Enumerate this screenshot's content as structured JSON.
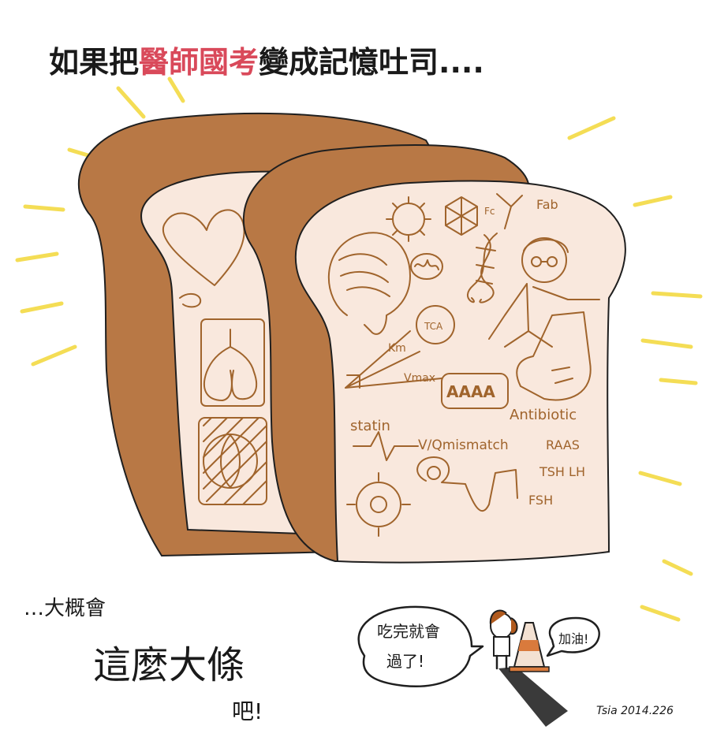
{
  "title": {
    "part1": "如果把",
    "highlight": "醫師國考",
    "part2": "變成記憶吐司....",
    "highlight_color": "#d9495a"
  },
  "caption": {
    "line1": "…大概會",
    "line2": "這麼大條",
    "line3": "吧!"
  },
  "speech_bubble": {
    "line1": "吃完就會",
    "line2": "過了!"
  },
  "cheer_bubble": "加油!",
  "signature": "Tsia 2014.226",
  "bread_labels": {
    "fab": "Fab",
    "fc": "Fc",
    "tca": "TCA",
    "km": "Km",
    "vmax": "Vmax",
    "aaaa": "AAAA",
    "antibiotic": "Antibiotic",
    "statin": "statin",
    "vq": "V/Qmismatch",
    "raas": "RAAS",
    "tsh_lh": "TSH LH",
    "fsh": "FSH"
  },
  "colors": {
    "crust": "#b87845",
    "crumb": "#f9e8dd",
    "sketch": "#a0642c",
    "ray": "#f4dd55",
    "ink": "#1f1f1f"
  }
}
